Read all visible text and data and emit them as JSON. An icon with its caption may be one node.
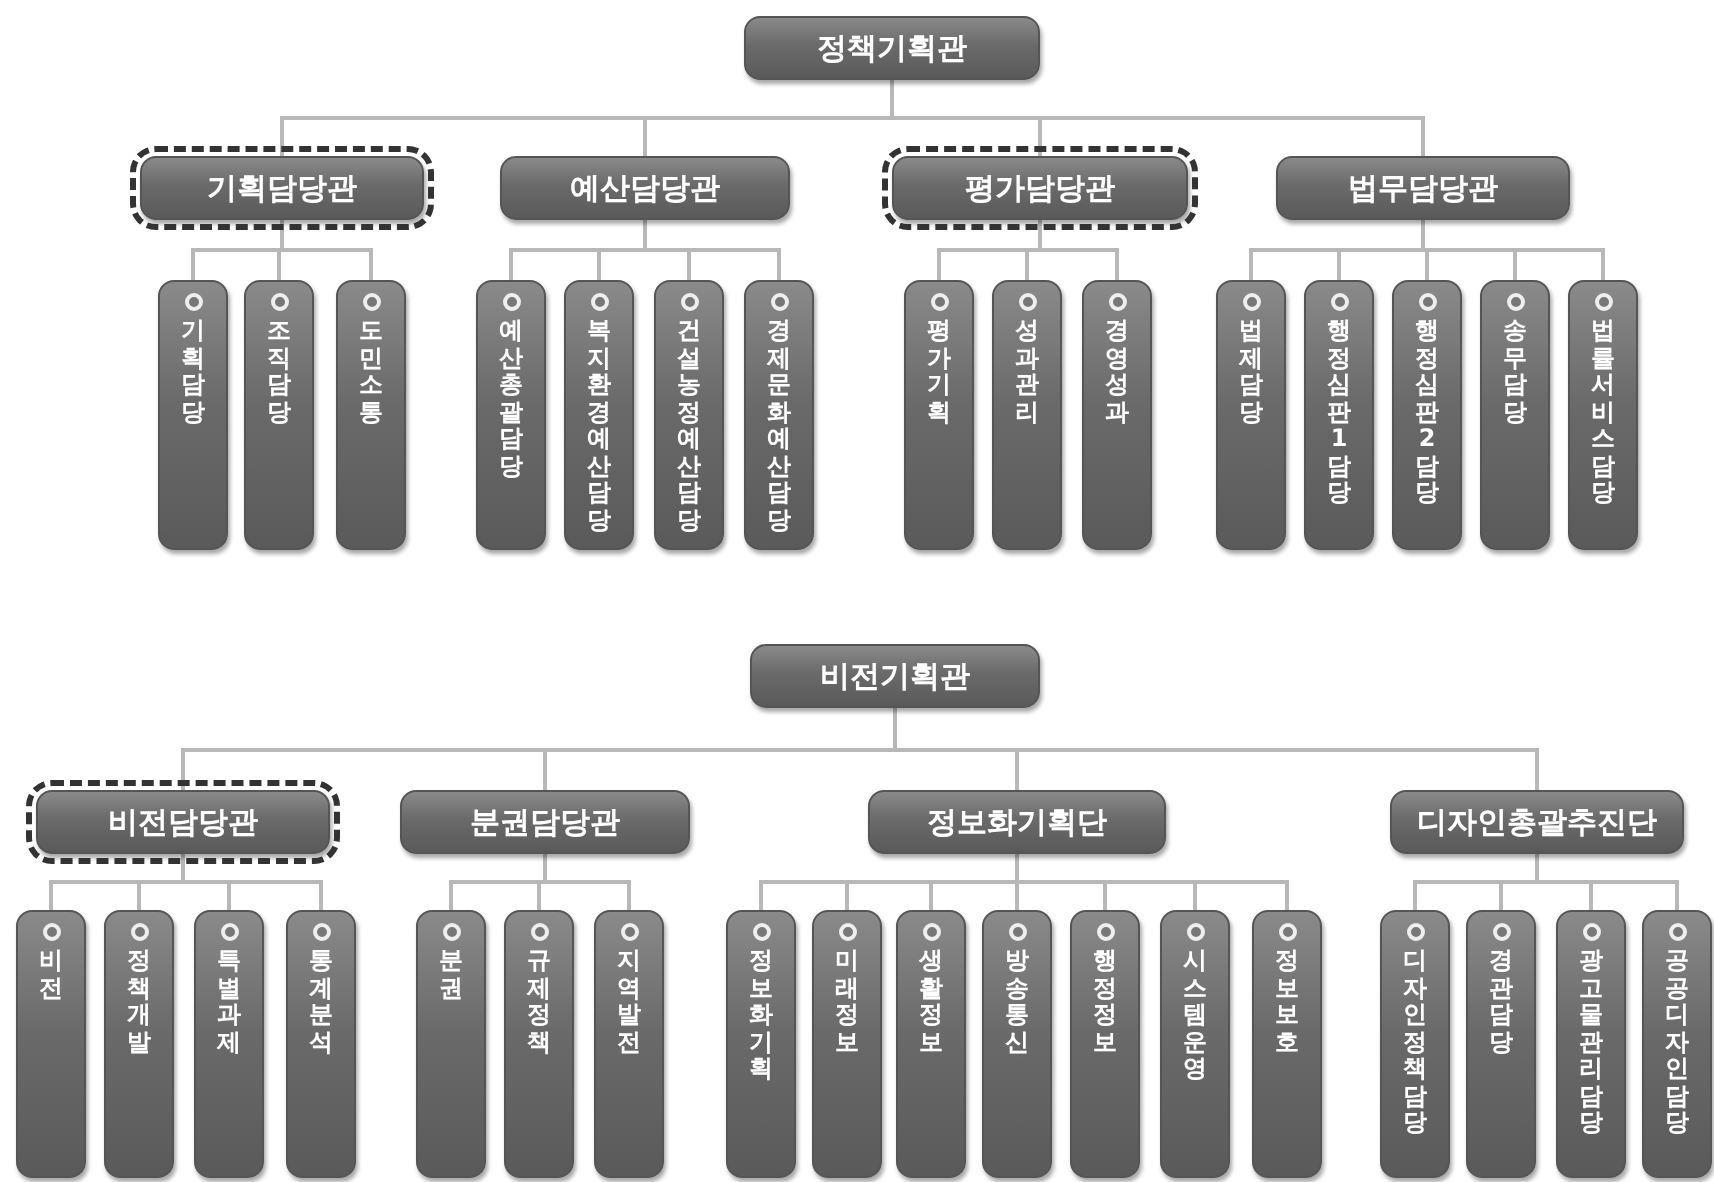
{
  "diagram": {
    "nodes": [
      {
        "text": [
          "정책기획관"
        ]
      },
      {
        "text": [
          "기획담당관"
        ]
      },
      {
        "text": [
          "예산담당관"
        ]
      },
      {
        "text": [
          "평가담당관"
        ]
      },
      {
        "text": [
          "법무담당관"
        ]
      },
      {
        "text": [
          "기획담당"
        ]
      },
      {
        "text": [
          "조직담당"
        ]
      },
      {
        "text": [
          "도민소통"
        ]
      },
      {
        "text": [
          "예산총괄담당"
        ]
      },
      {
        "text": [
          "복지환경예산담당"
        ]
      },
      {
        "text": [
          "건설농정예산담당"
        ]
      },
      {
        "text": [
          "경제문화예산담당"
        ]
      },
      {
        "text": [
          "평가기획"
        ]
      },
      {
        "text": [
          "성과관리"
        ]
      },
      {
        "text": [
          "경영성과"
        ]
      },
      {
        "text": [
          "법제담당"
        ]
      },
      {
        "text": [
          "행정심판1담당"
        ]
      },
      {
        "text": [
          "행정심판2담당"
        ]
      },
      {
        "text": [
          "송무담당"
        ]
      },
      {
        "text": [
          "법률서비스담당"
        ]
      },
      {
        "text": [
          "비전기획관"
        ]
      },
      {
        "text": [
          "비전담당관"
        ]
      },
      {
        "text": [
          "분권담당관"
        ]
      },
      {
        "text": [
          "정보화기획단"
        ]
      },
      {
        "text": [
          "디자인총괄추진단"
        ]
      },
      {
        "text": [
          "비전"
        ]
      },
      {
        "text": [
          "정책개발"
        ]
      },
      {
        "text": [
          "특별과제"
        ]
      },
      {
        "text": [
          "통계분석"
        ]
      },
      {
        "text": [
          "분권"
        ]
      },
      {
        "text": [
          "규제정책"
        ]
      },
      {
        "text": [
          "지역발전"
        ]
      },
      {
        "text": [
          "정보화기획"
        ]
      },
      {
        "text": [
          "미래정보"
        ]
      },
      {
        "text": [
          "생활정보"
        ]
      },
      {
        "text": [
          "방송통신"
        ]
      },
      {
        "text": [
          "행정정보"
        ]
      },
      {
        "text": [
          "시스템운영"
        ]
      },
      {
        "text": [
          "정보보호"
        ]
      },
      {
        "text": [
          "디자인정책담당"
        ]
      },
      {
        "text": [
          "경관담당"
        ]
      },
      {
        "text": [
          "광고물관리담당"
        ]
      },
      {
        "text": [
          "공공디자인담당"
        ]
      }
    ],
    "edges": [
      {
        "from": 0,
        "to": 1,
        "arrow": "none"
      },
      {
        "from": 0,
        "to": 2,
        "arrow": "none"
      },
      {
        "from": 0,
        "to": 3,
        "arrow": "none"
      },
      {
        "from": 0,
        "to": 4,
        "arrow": "none"
      },
      {
        "from": 1,
        "to": 5,
        "arrow": "none"
      },
      {
        "from": 1,
        "to": 6,
        "arrow": "none"
      },
      {
        "from": 1,
        "to": 7,
        "arrow": "none"
      },
      {
        "from": 2,
        "to": 8,
        "arrow": "none"
      },
      {
        "from": 2,
        "to": 9,
        "arrow": "none"
      },
      {
        "from": 2,
        "to": 10,
        "arrow": "none"
      },
      {
        "from": 2,
        "to": 11,
        "arrow": "none"
      },
      {
        "from": 3,
        "to": 12,
        "arrow": "none"
      },
      {
        "from": 3,
        "to": 13,
        "arrow": "none"
      },
      {
        "from": 3,
        "to": 14,
        "arrow": "none"
      },
      {
        "from": 4,
        "to": 15,
        "arrow": "none"
      },
      {
        "from": 4,
        "to": 16,
        "arrow": "none"
      },
      {
        "from": 4,
        "to": 17,
        "arrow": "none"
      },
      {
        "from": 4,
        "to": 18,
        "arrow": "none"
      },
      {
        "from": 4,
        "to": 19,
        "arrow": "none"
      },
      {
        "from": 20,
        "to": 21,
        "arrow": "none"
      },
      {
        "from": 20,
        "to": 22,
        "arrow": "none"
      },
      {
        "from": 20,
        "to": 23,
        "arrow": "none"
      },
      {
        "from": 20,
        "to": 24,
        "arrow": "none"
      },
      {
        "from": 21,
        "to": 25,
        "arrow": "none"
      },
      {
        "from": 21,
        "to": 26,
        "arrow": "none"
      },
      {
        "from": 21,
        "to": 27,
        "arrow": "none"
      },
      {
        "from": 21,
        "to": 28,
        "arrow": "none"
      },
      {
        "from": 22,
        "to": 29,
        "arrow": "none"
      },
      {
        "from": 22,
        "to": 30,
        "arrow": "none"
      },
      {
        "from": 22,
        "to": 31,
        "arrow": "none"
      },
      {
        "from": 23,
        "to": 32,
        "arrow": "none"
      },
      {
        "from": 23,
        "to": 33,
        "arrow": "none"
      },
      {
        "from": 23,
        "to": 34,
        "arrow": "none"
      },
      {
        "from": 23,
        "to": 35,
        "arrow": "none"
      },
      {
        "from": 23,
        "to": 36,
        "arrow": "none"
      },
      {
        "from": 23,
        "to": 37,
        "arrow": "none"
      },
      {
        "from": 23,
        "to": 38,
        "arrow": "none"
      },
      {
        "from": 24,
        "to": 39,
        "arrow": "none"
      },
      {
        "from": 24,
        "to": 40,
        "arrow": "none"
      },
      {
        "from": 24,
        "to": 41,
        "arrow": "none"
      },
      {
        "from": 24,
        "to": 42,
        "arrow": "none"
      }
    ]
  }
}
